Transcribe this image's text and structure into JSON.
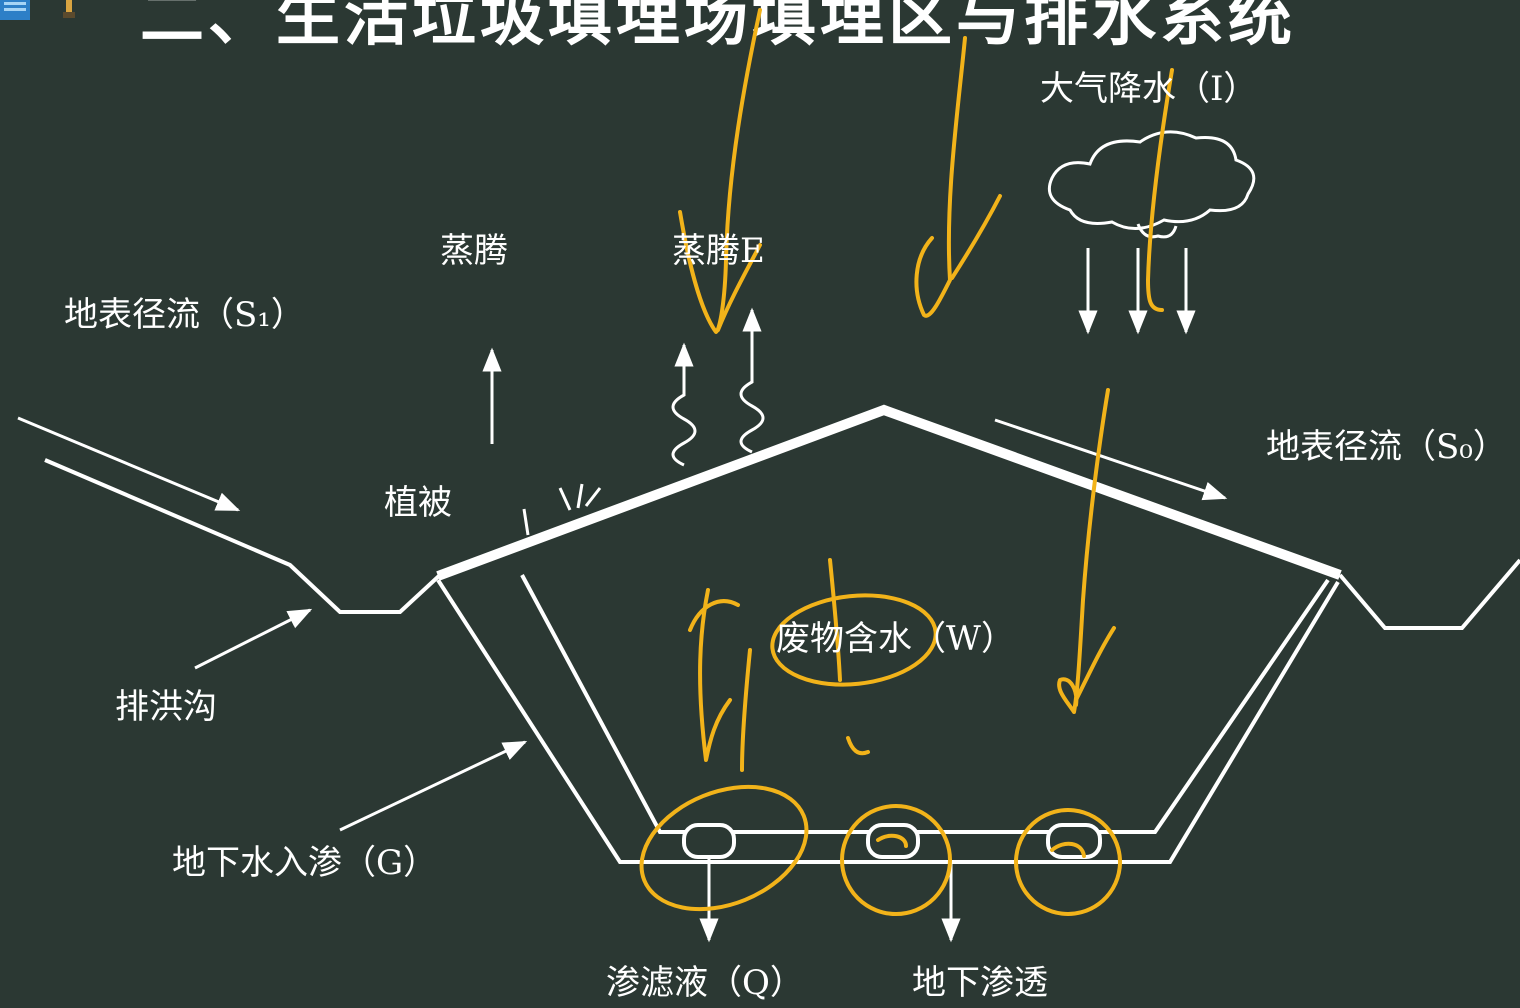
{
  "title": "二、生活垃圾填埋场填埋区与排水系统",
  "labels": {
    "precipitation": "大气降水（I）",
    "evaporation": "蒸腾",
    "evaporation_e": "蒸腾E",
    "surface_runoff_in": "地表径流（S₁）",
    "surface_runoff_out": "地表径流（S₀）",
    "vegetation": "植被",
    "drainage_ditch": "排洪沟",
    "waste_moisture": "废物含水（W）",
    "groundwater_inflow": "地下水入渗（G）",
    "leachate": "渗滤液（Q）",
    "underground_seepage": "地下渗透"
  },
  "colors": {
    "background": "#2b3833",
    "line": "#ffffff",
    "annotation": "#f2b31a"
  }
}
